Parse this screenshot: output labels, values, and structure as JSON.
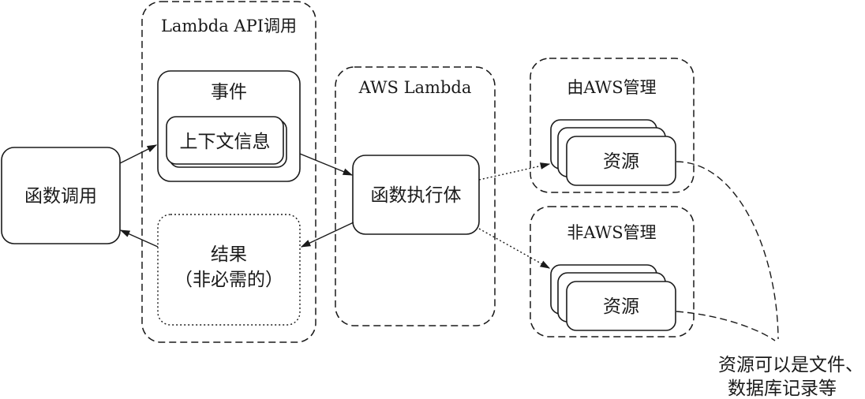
{
  "function_call": "函数调用",
  "api_group": {
    "title": "Lambda API调用"
  },
  "event": {
    "label": "事件",
    "context": "上下文信息"
  },
  "result": {
    "line1": "结果",
    "line2": "（非必需的）"
  },
  "lambda_group": {
    "title": "AWS Lambda",
    "executor": "函数执行体"
  },
  "managed_group": {
    "title": "由AWS管理",
    "resource": "资源"
  },
  "unmanaged_group": {
    "title": "非AWS管理",
    "resource": "资源"
  },
  "note": {
    "line1": "资源可以是文件、",
    "line2": "数据库记录等"
  }
}
